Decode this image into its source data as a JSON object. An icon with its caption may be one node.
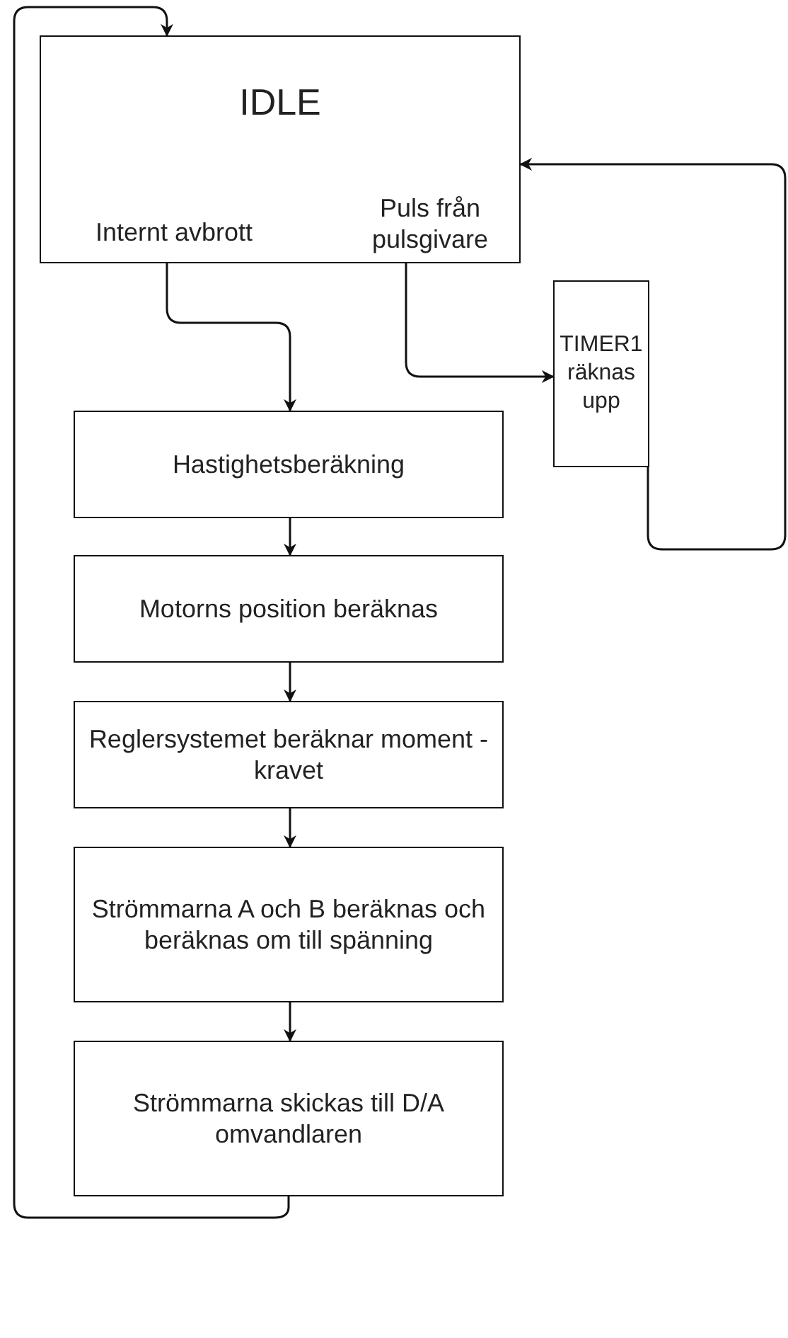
{
  "diagram": {
    "nodes": [
      {
        "text": [
          "IDLE"
        ]
      },
      {
        "text": [
          "Internt avbrott"
        ],
        "in": 0
      },
      {
        "text": [
          "Puls från pulsgivare"
        ],
        "in": 0
      },
      {
        "text": [
          "TIMER1 räknas upp"
        ]
      },
      {
        "text": [
          "Hastighetsberäkning"
        ]
      },
      {
        "text": [
          "Motorns position beräknas"
        ]
      },
      {
        "text": [
          "Reglersystemet beräknar moment - kravet"
        ]
      },
      {
        "text": [
          "Strömmarna A och B beräknas och beräknas om till spänning"
        ]
      },
      {
        "text": [
          "Strömmarna skickas till D/A omvandlaren"
        ]
      }
    ],
    "edges": [
      {
        "from": 1,
        "to": 4,
        "arrow": "to"
      },
      {
        "from": 2,
        "to": 3,
        "arrow": "to"
      },
      {
        "from": 3,
        "to": 0,
        "arrow": "to"
      },
      {
        "from": 4,
        "to": 5,
        "arrow": "to"
      },
      {
        "from": 5,
        "to": 6,
        "arrow": "to"
      },
      {
        "from": 6,
        "to": 7,
        "arrow": "to"
      },
      {
        "from": 7,
        "to": 8,
        "arrow": "to"
      },
      {
        "from": 8,
        "to": 0,
        "arrow": "to"
      }
    ]
  }
}
